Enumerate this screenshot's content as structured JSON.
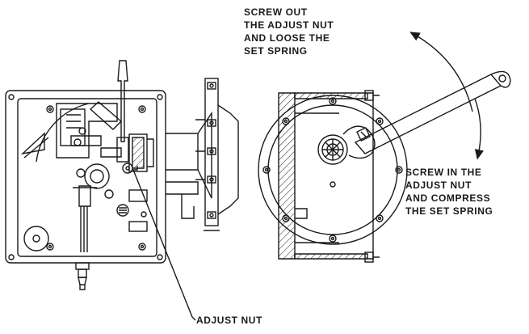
{
  "annotations": {
    "screw_out": [
      "SCREW OUT",
      "THE ADJUST NUT",
      "AND LOOSE THE",
      "SET SPRING"
    ],
    "screw_in": [
      "SCREW IN THE",
      "ADJUST NUT",
      "AND COMPRESS",
      "THE SET SPRING"
    ],
    "adjust_nut": "ADJUST NUT"
  },
  "colors": {
    "line": "#1a1a1a",
    "background": "#ffffff"
  }
}
